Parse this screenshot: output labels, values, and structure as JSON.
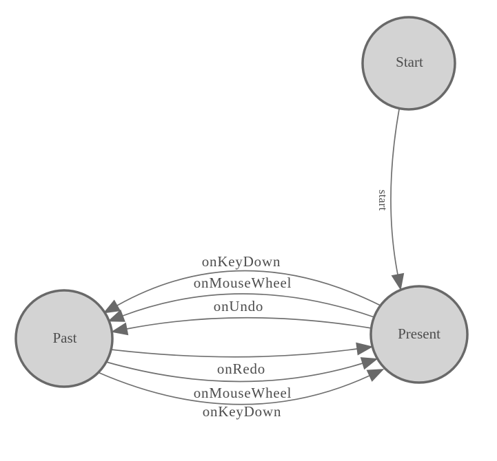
{
  "diagram": {
    "kind": "state-machine-diagram",
    "style": {
      "background": "#ffffff",
      "node_fill": "#d3d3d3",
      "node_border": "#696969",
      "edge_color": "#707070",
      "arrow_color": "#696969",
      "label_color": "#4d4d4d"
    },
    "nodes": [
      {
        "id": "start",
        "label": "Start"
      },
      {
        "id": "present",
        "label": "Present"
      },
      {
        "id": "past",
        "label": "Past"
      }
    ],
    "edges": [
      {
        "from": "Start",
        "to": "Present",
        "label": "start"
      },
      {
        "from": "Present",
        "to": "Past",
        "label": "onKeyDown"
      },
      {
        "from": "Present",
        "to": "Past",
        "label": "onMouseWheel"
      },
      {
        "from": "Present",
        "to": "Past",
        "label": "onUndo"
      },
      {
        "from": "Past",
        "to": "Present",
        "label": "onRedo"
      },
      {
        "from": "Past",
        "to": "Present",
        "label": "onMouseWheel"
      },
      {
        "from": "Past",
        "to": "Present",
        "label": "onKeyDown"
      }
    ]
  }
}
